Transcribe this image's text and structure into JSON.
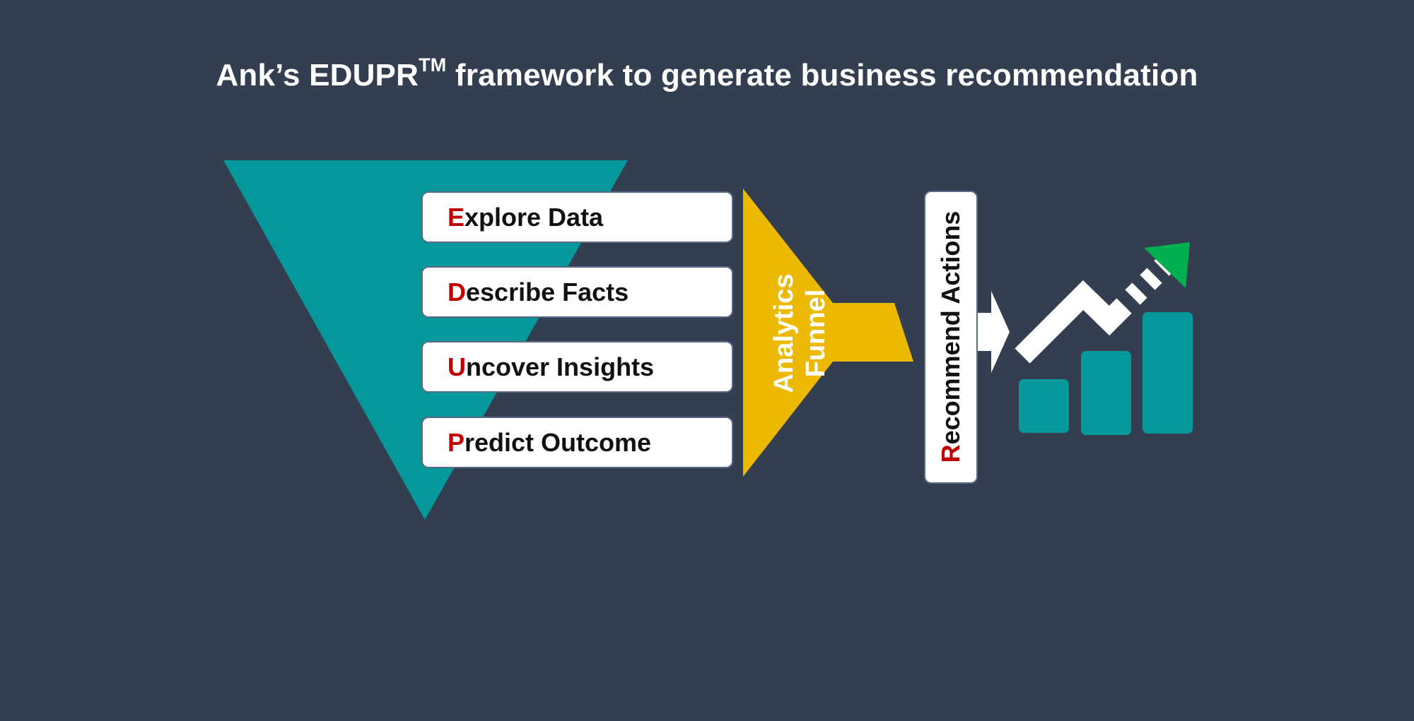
{
  "title": {
    "text_before": "Ank’s EDUPR",
    "superscript": "TM",
    "text_after": " framework to generate business recommendation"
  },
  "steps": [
    {
      "initial": "E",
      "rest": "xplore Data"
    },
    {
      "initial": "D",
      "rest": "escribe Facts"
    },
    {
      "initial": "U",
      "rest": "ncover Insights"
    },
    {
      "initial": "P",
      "rest": "redict Outcome"
    }
  ],
  "funnel": {
    "line1": "Analytics",
    "line2": "Funnel"
  },
  "recommend": {
    "initial": "R",
    "rest": "ecommend Actions"
  },
  "colors": {
    "background": "#343e51",
    "teal": "#05989a",
    "funnel_yellow": "#ecb800",
    "accent_red": "#c00000",
    "arrow_green": "#00b050",
    "white": "#ffffff"
  },
  "icons": {
    "growth_chart": "growth-chart-icon"
  }
}
